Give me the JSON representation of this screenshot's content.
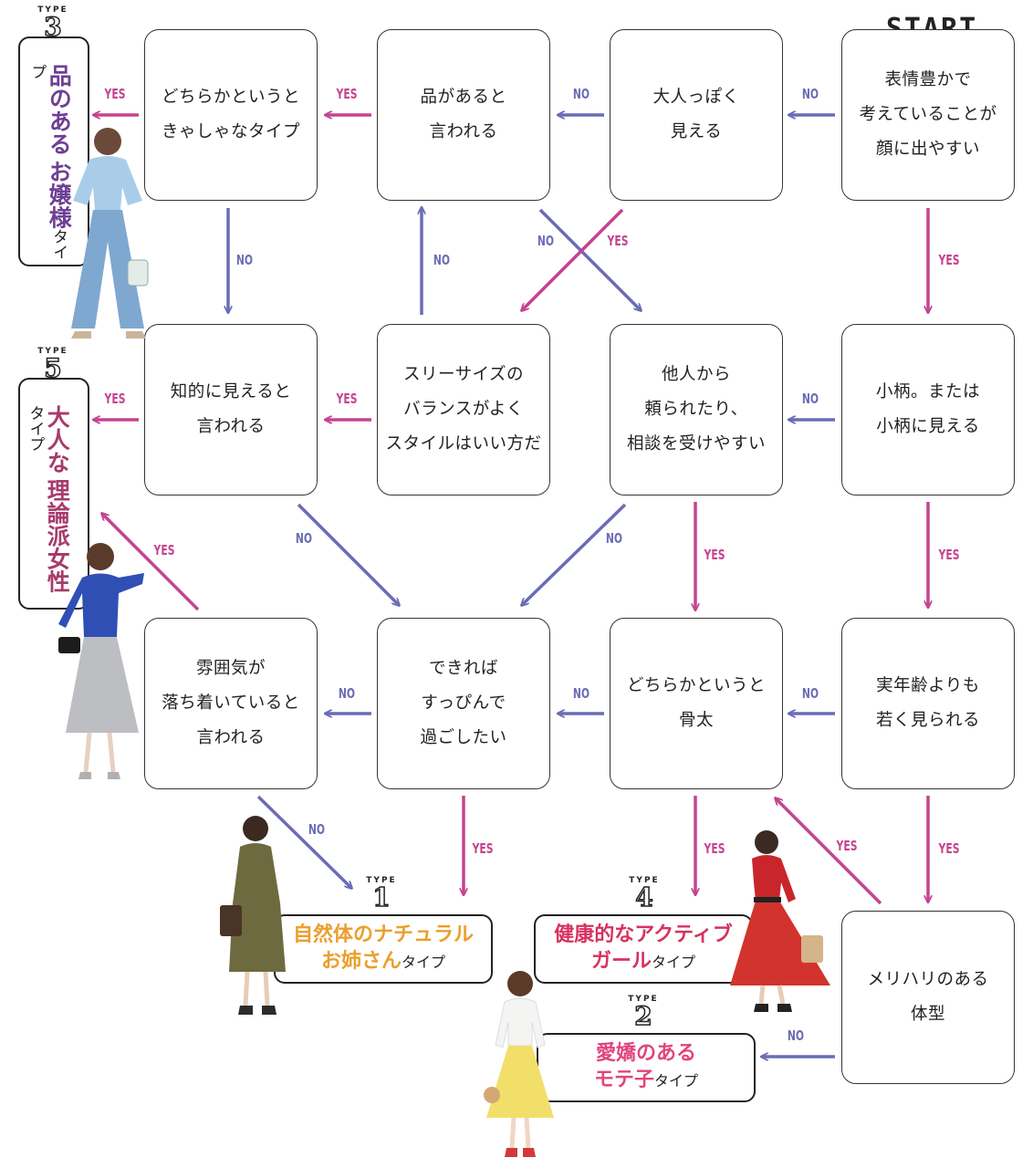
{
  "start_label": "START",
  "questions": {
    "q1": "表情豊かで\n考えていることが\n顔に出やすい",
    "q2": "大人っぽく\n見える",
    "q3": "品があると\n言われる",
    "q4": "どちらかというと\nきゃしゃなタイプ",
    "q5": "他人から\n頼られたり、\n相談を受けやすい",
    "q6": "スリーサイズの\nバランスがよく\nスタイルはいい方だ",
    "q7": "知的に見えると\n言われる",
    "q8": "小柄。または\n小柄に見える",
    "q9": "実年齢よりも\n若く見られる",
    "q10": "どちらかというと\n骨太",
    "q11": "できれば\nすっぴんで\n過ごしたい",
    "q12": "雰囲気が\n落ち着いていると\n言われる",
    "q13": "メリハリのある\n体型"
  },
  "labels": {
    "yes": "YES",
    "no": "NO"
  },
  "results": {
    "type_word": "TYPE",
    "t3": {
      "num": "3",
      "line1": "品のある",
      "line2": "お嬢様",
      "suffix": "タイプ",
      "color": "#6e3f93"
    },
    "t5": {
      "num": "5",
      "line1": "大人な",
      "line2": "理論派女性",
      "suffix": "タイプ",
      "color": "#a63b6d"
    },
    "t1": {
      "num": "1",
      "line1": "自然体のナチュラル",
      "line2": "お姉さん",
      "suffix": "タイプ",
      "color": "#eb9f2c"
    },
    "t4": {
      "num": "4",
      "line1": "健康的なアクティブ",
      "line2": "ガール",
      "suffix": "タイプ",
      "color": "#d6325f"
    },
    "t2": {
      "num": "2",
      "line1": "愛嬌のある",
      "line2": "モテ子",
      "suffix": "タイプ",
      "color": "#e0457d"
    }
  },
  "colors": {
    "yes_arrow": "#c5438f",
    "no_arrow": "#6a6cb6",
    "box_border": "#333333"
  }
}
